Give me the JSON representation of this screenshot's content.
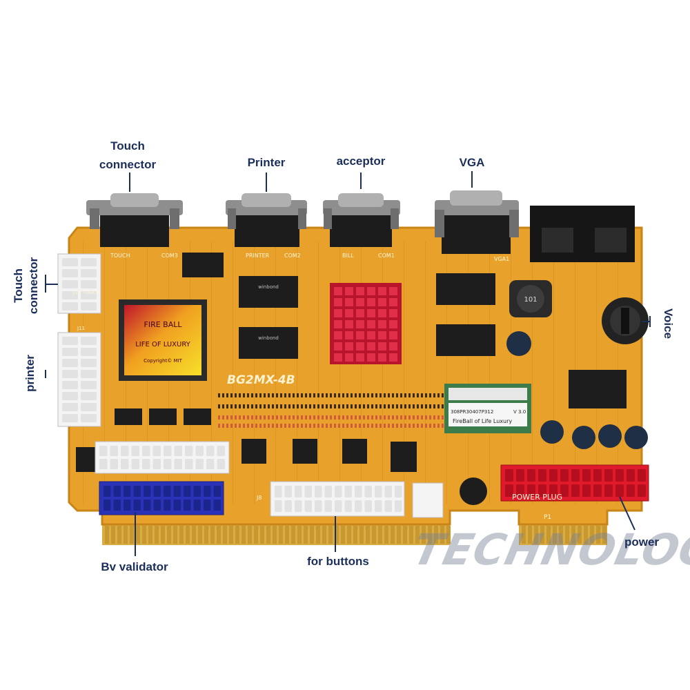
{
  "labels": {
    "touch_connector_top": "Touch\nconnector",
    "printer_top": "Printer",
    "acceptor_top": "acceptor",
    "vga_top": "VGA",
    "touch_connector_left": "Touch\nconnector",
    "printer_left": "printer",
    "voice_right": "Voice",
    "bv_validator": "Bv validator",
    "for_buttons": "for buttons",
    "power": "power"
  },
  "board": {
    "model": "BG2MX-4B",
    "chip_line1": "FIRE BALL",
    "chip_line2": "LIFE OF LUXURY",
    "chip_line3": "Copyright© MIT",
    "silk_touch": "TOUCH",
    "silk_com3": "COM3",
    "silk_printer": "PRINTER",
    "silk_com2": "COM2",
    "silk_bill": "BILL",
    "silk_com1": "COM1",
    "silk_vga1": "VGA1",
    "silk_power_plug": "POWER PLUG",
    "silk_p1": "P1",
    "silk_j8": "J8",
    "silk_j14": "J14\nTOUCH",
    "silk_j11": "J11",
    "inductor": "101",
    "sticker_code": "308PR30407P312",
    "sticker_version": "V 3.0",
    "sticker_name": "FireBall of Life Luxury",
    "memory_brand": "winbond"
  },
  "watermark": "TECHNOLOGY",
  "colors": {
    "label_text": "#1b2e5a",
    "pcb": "#e8a12a",
    "gold_finger": "#d9ad45",
    "heatsink": "#d4213a",
    "blue_connector": "#2a33b8",
    "red_connector": "#e01a2a"
  }
}
